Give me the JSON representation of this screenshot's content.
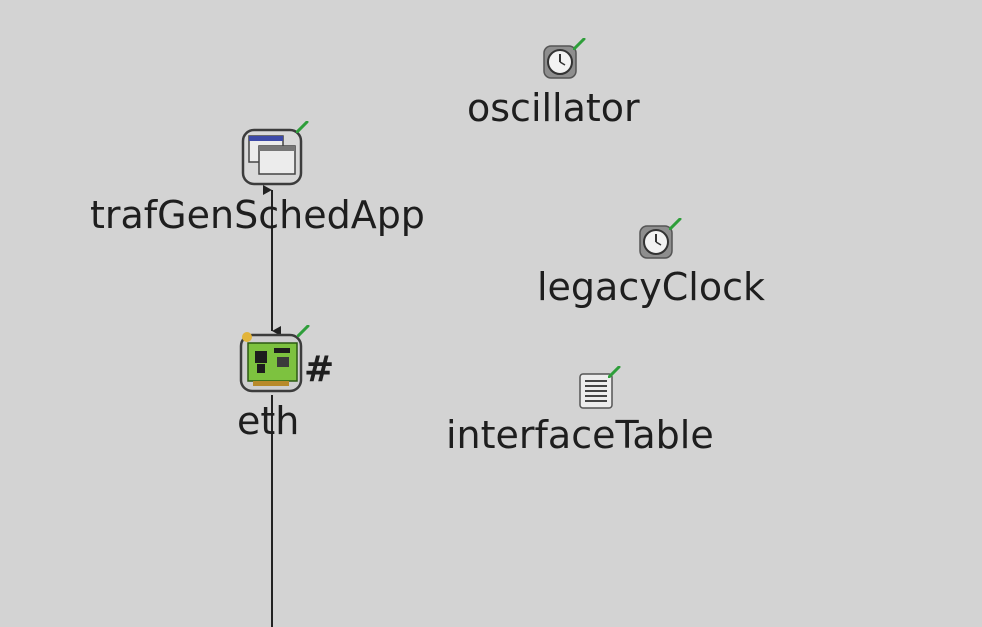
{
  "canvas": {
    "background": "#d3d3d3",
    "label_color": "#1e1e1e",
    "status_color": "#2e9e3a"
  },
  "modules": {
    "oscillator": {
      "label": "oscillator",
      "icon": "clock-icon"
    },
    "trafGenSchedApp": {
      "label": "trafGenSchedApp",
      "icon": "app-window-icon"
    },
    "legacyClock": {
      "label": "legacyClock",
      "icon": "clock-icon"
    },
    "eth": {
      "label": "eth",
      "icon": "network-card-icon",
      "vector_marker": "#"
    },
    "interfaceTable": {
      "label": "interfaceTable",
      "icon": "table-icon"
    }
  },
  "connections": [
    {
      "from": "trafGenSchedApp",
      "to": "eth",
      "bidirectional": true
    },
    {
      "from": "eth",
      "to": "outside-bottom"
    }
  ]
}
